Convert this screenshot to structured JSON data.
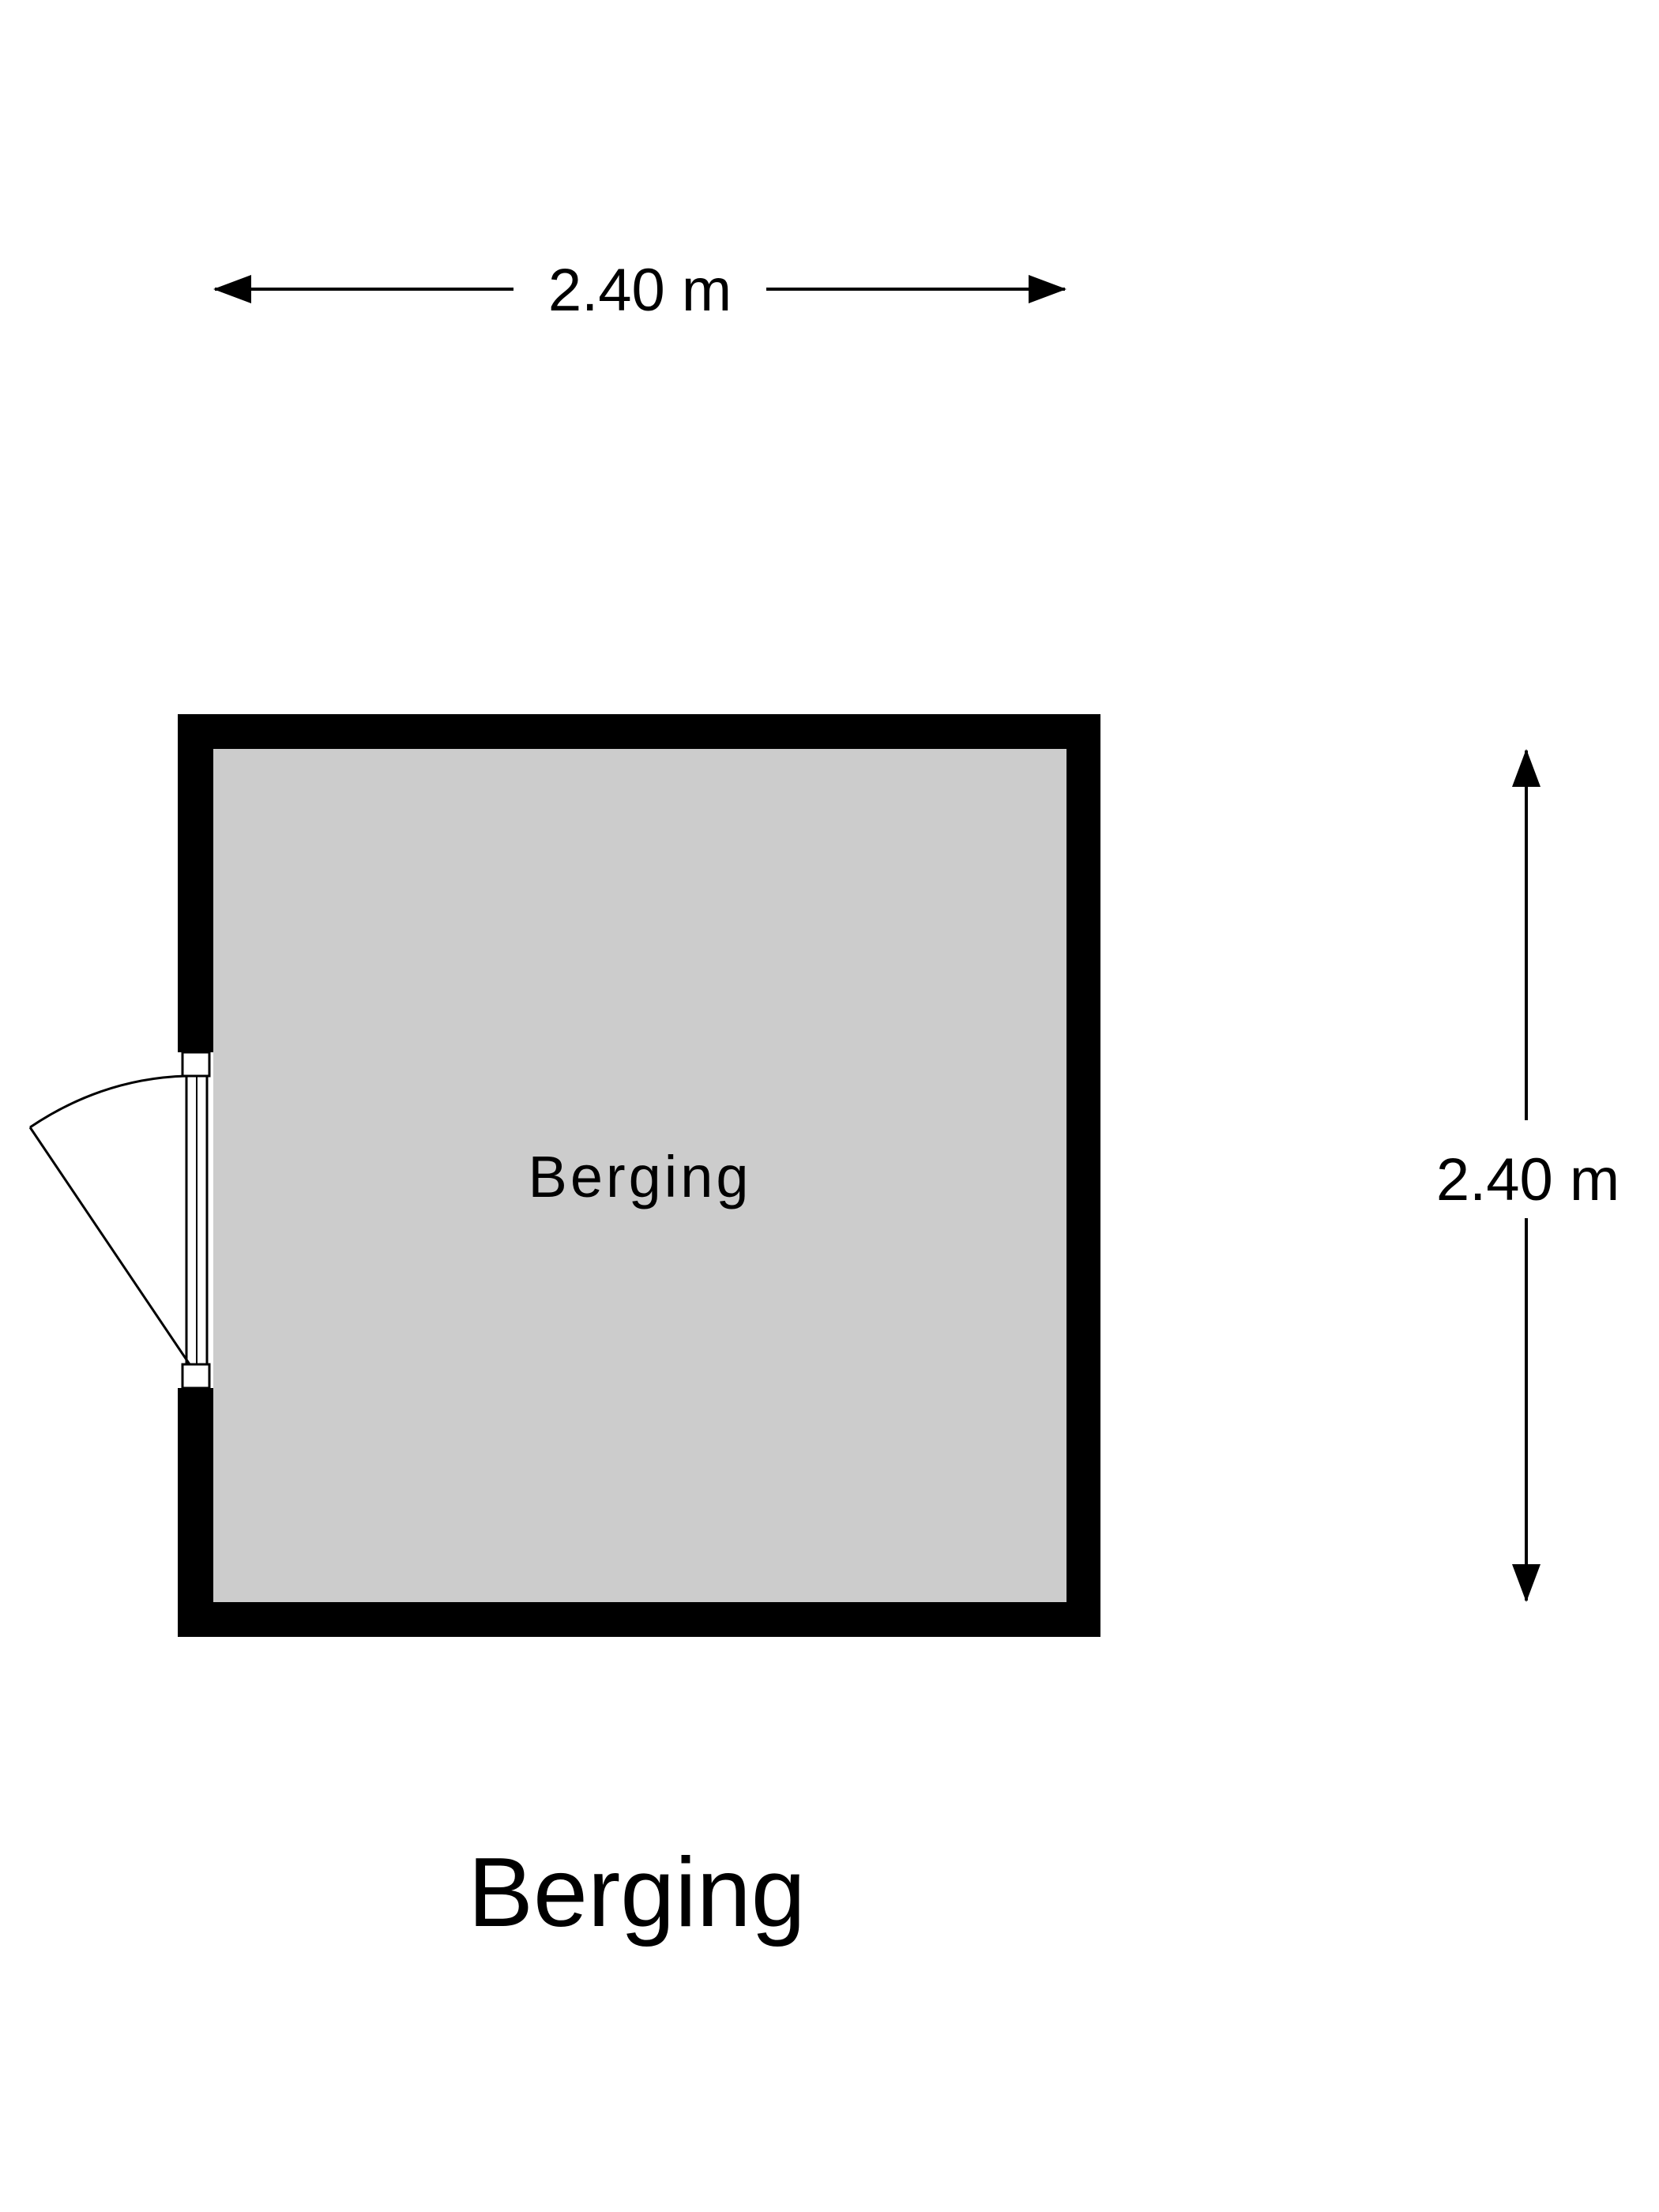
{
  "plan": {
    "title": "Berging",
    "room_label": "Berging",
    "width_label": "2.40 m",
    "height_label": "2.40 m"
  },
  "colors": {
    "wall": "#000000",
    "floor": "#cccccc",
    "background": "#ffffff",
    "text": "#000000"
  }
}
